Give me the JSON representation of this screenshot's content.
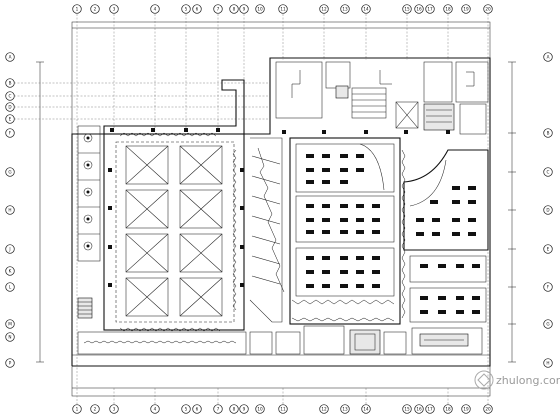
{
  "drawing": {
    "type": "electrical floor plan",
    "top_axis_labels": [
      "1",
      "2",
      "3",
      "4",
      "5",
      "6",
      "7",
      "8",
      "9",
      "10",
      "11",
      "12",
      "13",
      "14",
      "15",
      "16",
      "17",
      "18",
      "19",
      "20"
    ],
    "bottom_axis_labels": [
      "1",
      "2",
      "3",
      "4",
      "5",
      "6",
      "7",
      "8",
      "9",
      "10",
      "11",
      "12",
      "13",
      "14",
      "15",
      "16",
      "17",
      "18",
      "19",
      "20"
    ],
    "left_axis_labels": [
      "A",
      "B",
      "C",
      "D",
      "E",
      "F",
      "G",
      "H",
      "J",
      "K",
      "L",
      "M",
      "N",
      "P"
    ],
    "right_axis_labels": [
      "A",
      "B",
      "C",
      "D",
      "E",
      "F",
      "G",
      "H"
    ]
  },
  "watermark": "zhulong.com"
}
